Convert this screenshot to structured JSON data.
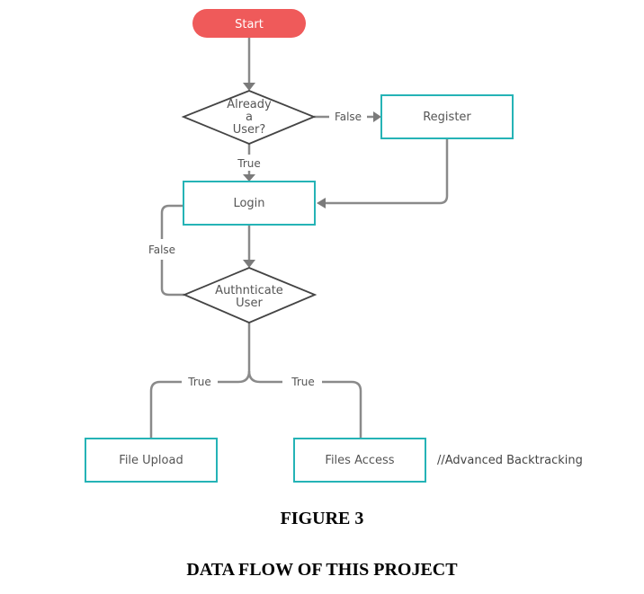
{
  "nodes": {
    "start": "Start",
    "already_user": [
      "Already",
      "a",
      "User?"
    ],
    "register": "Register",
    "login": "Login",
    "authenticate": [
      "Authnticate",
      "User"
    ],
    "file_upload": "File Upload",
    "files_access": "Files Access"
  },
  "edges": {
    "already_false": "False",
    "already_true": "True",
    "auth_false": "False",
    "auth_true_left": "True",
    "auth_true_right": "True"
  },
  "note": "//Advanced Backtracking",
  "caption": {
    "figure": "FIGURE 3",
    "title": "DATA FLOW OF THIS PROJECT"
  },
  "colors": {
    "start_fill": "#ef5a5a",
    "box_border": "#25b3b6",
    "connector": "#8a8a8a"
  }
}
